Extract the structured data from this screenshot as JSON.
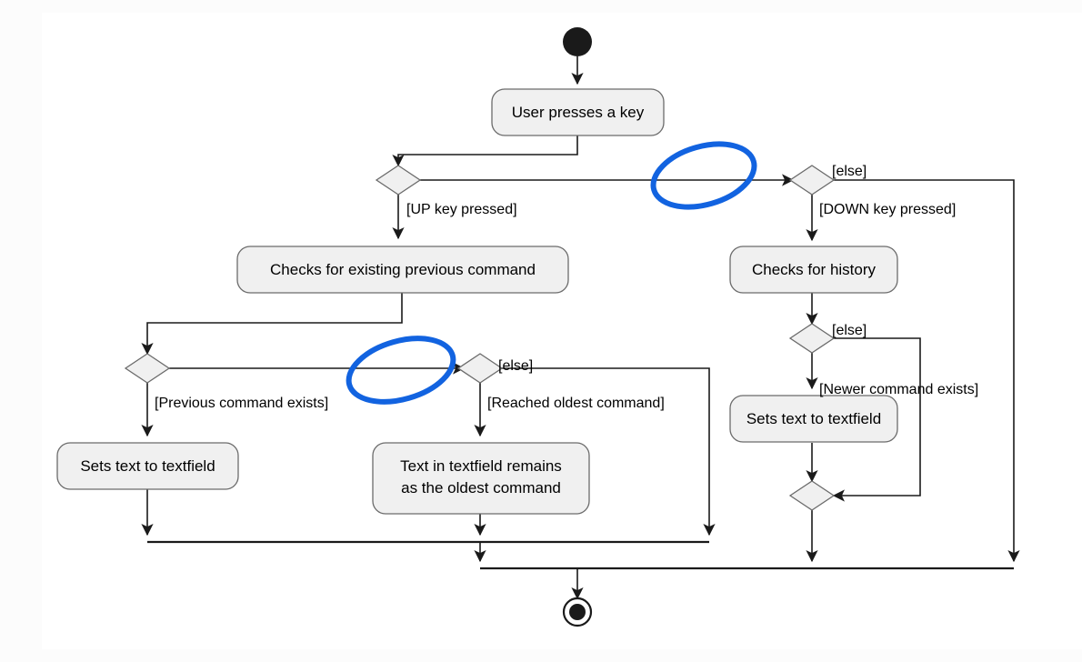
{
  "diagram": {
    "type": "uml-activity-diagram",
    "canvas": {
      "page_background": "#fcfcfc",
      "canvas_background": "#ffffff",
      "stroke_color": "#1a1a1a",
      "node_fill": "#f0f0f0",
      "node_stroke": "#6b6b6b",
      "annotation_color": "#1263e0"
    },
    "start_node": {
      "name": "initial-node"
    },
    "end_node": {
      "name": "final-node"
    },
    "activities": [
      {
        "id": "user-presses-key",
        "label": "User presses a key"
      },
      {
        "id": "checks-previous-command",
        "label": "Checks for existing previous command"
      },
      {
        "id": "checks-history",
        "label": "Checks for history"
      },
      {
        "id": "sets-text-left",
        "label": "Sets text to textfield"
      },
      {
        "id": "text-remains",
        "label": "Text in textfield remains\nas the oldest command",
        "line1": "Text in textfield remains",
        "line2": "as the oldest command"
      },
      {
        "id": "sets-text-right",
        "label": "Sets text to textfield"
      }
    ],
    "decisions": [
      {
        "id": "key-type-decision",
        "guards": [
          "[UP key pressed]"
        ]
      },
      {
        "id": "down-key-decision",
        "guards": [
          "[else]",
          "[DOWN key pressed]"
        ]
      },
      {
        "id": "previous-exists-decision",
        "guards": [
          "[Previous command exists]"
        ]
      },
      {
        "id": "oldest-command-decision",
        "guards": [
          "[else]",
          "[Reached oldest command]"
        ]
      },
      {
        "id": "newer-command-decision",
        "guards": [
          "[else]",
          "[Newer command exists]"
        ]
      },
      {
        "id": "right-merge-node",
        "guards": []
      }
    ],
    "guards": {
      "up_key_pressed": "[UP key pressed]",
      "else_top": "[else]",
      "down_key_pressed": "[DOWN key pressed]",
      "previous_command_exists": "[Previous command exists]",
      "else_middle": "[else]",
      "reached_oldest_command": "[Reached oldest command]",
      "else_right": "[else]",
      "newer_command_exists": "[Newer command exists]"
    },
    "annotations": [
      {
        "id": "highlight-ellipse-top",
        "shape": "ellipse",
        "color": "#1263e0"
      },
      {
        "id": "highlight-ellipse-middle",
        "shape": "ellipse",
        "color": "#1263e0"
      }
    ]
  }
}
